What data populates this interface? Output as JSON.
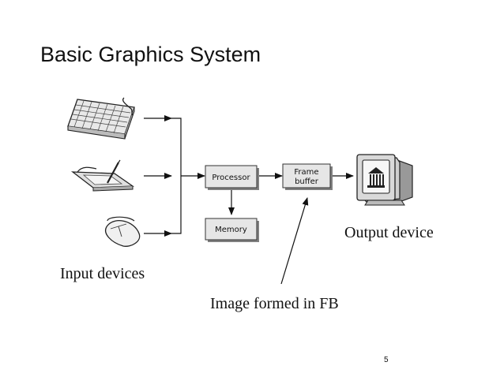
{
  "title": "Basic Graphics System",
  "labels": {
    "input_devices": "Input devices",
    "output_device": "Output device",
    "image_formed": "Image formed in FB"
  },
  "boxes": {
    "processor": "Processor",
    "frame_buffer_line1": "Frame",
    "frame_buffer_line2": "buffer",
    "memory": "Memory"
  },
  "icons": {
    "keyboard": "keyboard-icon",
    "tablet": "graphics-tablet-icon",
    "mouse": "mouse-icon",
    "monitor": "crt-monitor-icon"
  },
  "page_number": "5"
}
